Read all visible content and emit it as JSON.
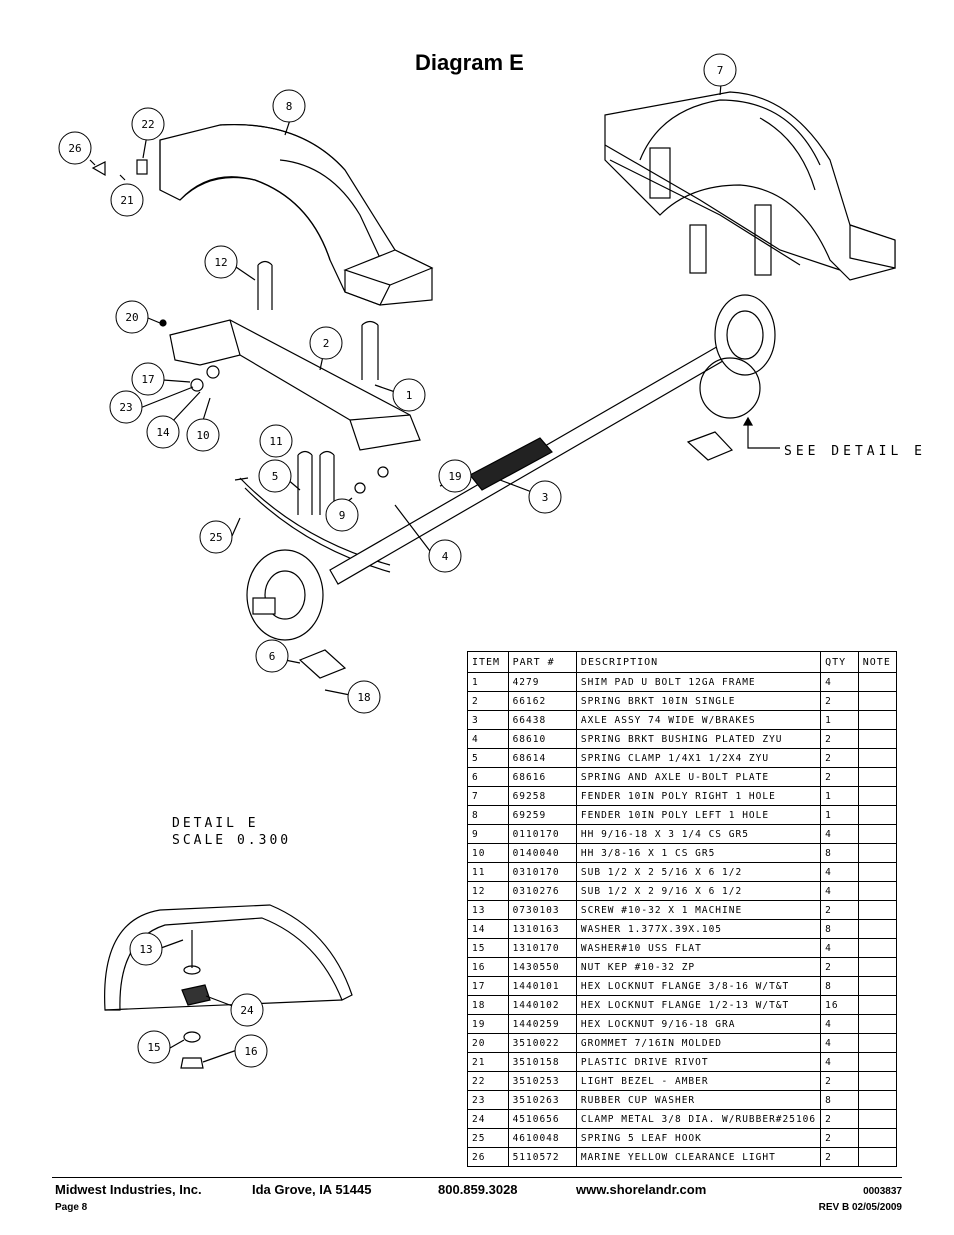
{
  "page": {
    "title": "Diagram E",
    "detail_label_line1": "DETAIL  E",
    "detail_label_line2": "SCALE  0.300",
    "see_detail": "SEE DETAIL  E"
  },
  "callouts": [
    "1",
    "2",
    "3",
    "4",
    "5",
    "6",
    "7",
    "8",
    "9",
    "10",
    "11",
    "12",
    "13",
    "14",
    "15",
    "16",
    "17",
    "18",
    "19",
    "20",
    "21",
    "22",
    "23",
    "24",
    "25",
    "26"
  ],
  "parts_table": {
    "headers": [
      "ITEM",
      "PART #",
      "DESCRIPTION",
      "QTY",
      "NOTE"
    ],
    "rows": [
      {
        "item": "1",
        "part": "4279",
        "desc": "SHIM PAD  U BOLT 12GA FRAME",
        "qty": "4",
        "note": ""
      },
      {
        "item": "2",
        "part": "66162",
        "desc": "SPRING BRKT  10IN SINGLE",
        "qty": "2",
        "note": ""
      },
      {
        "item": "3",
        "part": "66438",
        "desc": "AXLE ASSY 74 WIDE W/BRAKES",
        "qty": "1",
        "note": ""
      },
      {
        "item": "4",
        "part": "68610",
        "desc": "SPRING BRKT BUSHING PLATED ZYU",
        "qty": "2",
        "note": ""
      },
      {
        "item": "5",
        "part": "68614",
        "desc": "SPRING CLAMP   1/4X1 1/2X4  ZYU",
        "qty": "2",
        "note": ""
      },
      {
        "item": "6",
        "part": "68616",
        "desc": "SPRING AND AXLE U-BOLT PLATE",
        "qty": "2",
        "note": ""
      },
      {
        "item": "7",
        "part": "69258",
        "desc": "FENDER  10IN POLY RIGHT 1 HOLE",
        "qty": "1",
        "note": ""
      },
      {
        "item": "8",
        "part": "69259",
        "desc": "FENDER  10IN POLY LEFT 1 HOLE",
        "qty": "1",
        "note": ""
      },
      {
        "item": "9",
        "part": "0110170",
        "desc": "HH 9/16-18 X 3 1/4 CS GR5",
        "qty": "4",
        "note": ""
      },
      {
        "item": "10",
        "part": "0140040",
        "desc": "HH 3/8-16 X 1 CS GR5",
        "qty": "8",
        "note": ""
      },
      {
        "item": "11",
        "part": "0310170",
        "desc": "SUB 1/2 X 2 5/16 X 6 1/2",
        "qty": "4",
        "note": ""
      },
      {
        "item": "12",
        "part": "0310276",
        "desc": "SUB 1/2 X 2 9/16 X 6 1/2",
        "qty": "4",
        "note": ""
      },
      {
        "item": "13",
        "part": "0730103",
        "desc": "SCREW #10-32 X 1 MACHINE",
        "qty": "2",
        "note": ""
      },
      {
        "item": "14",
        "part": "1310163",
        "desc": "WASHER 1.377X.39X.105",
        "qty": "8",
        "note": ""
      },
      {
        "item": "15",
        "part": "1310170",
        "desc": "WASHER#10 USS FLAT",
        "qty": "4",
        "note": ""
      },
      {
        "item": "16",
        "part": "1430550",
        "desc": "NUT KEP #10-32 ZP",
        "qty": "2",
        "note": ""
      },
      {
        "item": "17",
        "part": "1440101",
        "desc": "HEX LOCKNUT FLANGE 3/8-16 W/T&T",
        "qty": "8",
        "note": ""
      },
      {
        "item": "18",
        "part": "1440102",
        "desc": "HEX LOCKNUT FLANGE 1/2-13 W/T&T",
        "qty": "16",
        "note": ""
      },
      {
        "item": "19",
        "part": "1440259",
        "desc": "HEX LOCKNUT 9/16-18 GRA",
        "qty": "4",
        "note": ""
      },
      {
        "item": "20",
        "part": "3510022",
        "desc": "GROMMET  7/16IN MOLDED",
        "qty": "4",
        "note": ""
      },
      {
        "item": "21",
        "part": "3510158",
        "desc": "PLASTIC DRIVE RIVOT",
        "qty": "4",
        "note": ""
      },
      {
        "item": "22",
        "part": "3510253",
        "desc": "LIGHT BEZEL - AMBER",
        "qty": "2",
        "note": ""
      },
      {
        "item": "23",
        "part": "3510263",
        "desc": "RUBBER CUP WASHER",
        "qty": "8",
        "note": ""
      },
      {
        "item": "24",
        "part": "4510656",
        "desc": "CLAMP METAL 3/8 DIA. W/RUBBER#25106",
        "qty": "2",
        "note": ""
      },
      {
        "item": "25",
        "part": "4610048",
        "desc": "SPRING  5 LEAF HOOK",
        "qty": "2",
        "note": ""
      },
      {
        "item": "26",
        "part": "5110572",
        "desc": "MARINE YELLOW CLEARANCE LIGHT",
        "qty": "2",
        "note": ""
      }
    ]
  },
  "footer": {
    "company": "Midwest Industries, Inc.",
    "location": "Ida Grove, IA  51445",
    "phone": "800.859.3028",
    "website": "www.shorelandr.com",
    "doc_number": "0003837",
    "page": "Page 8",
    "revision": "REV B  02/05/2009"
  }
}
